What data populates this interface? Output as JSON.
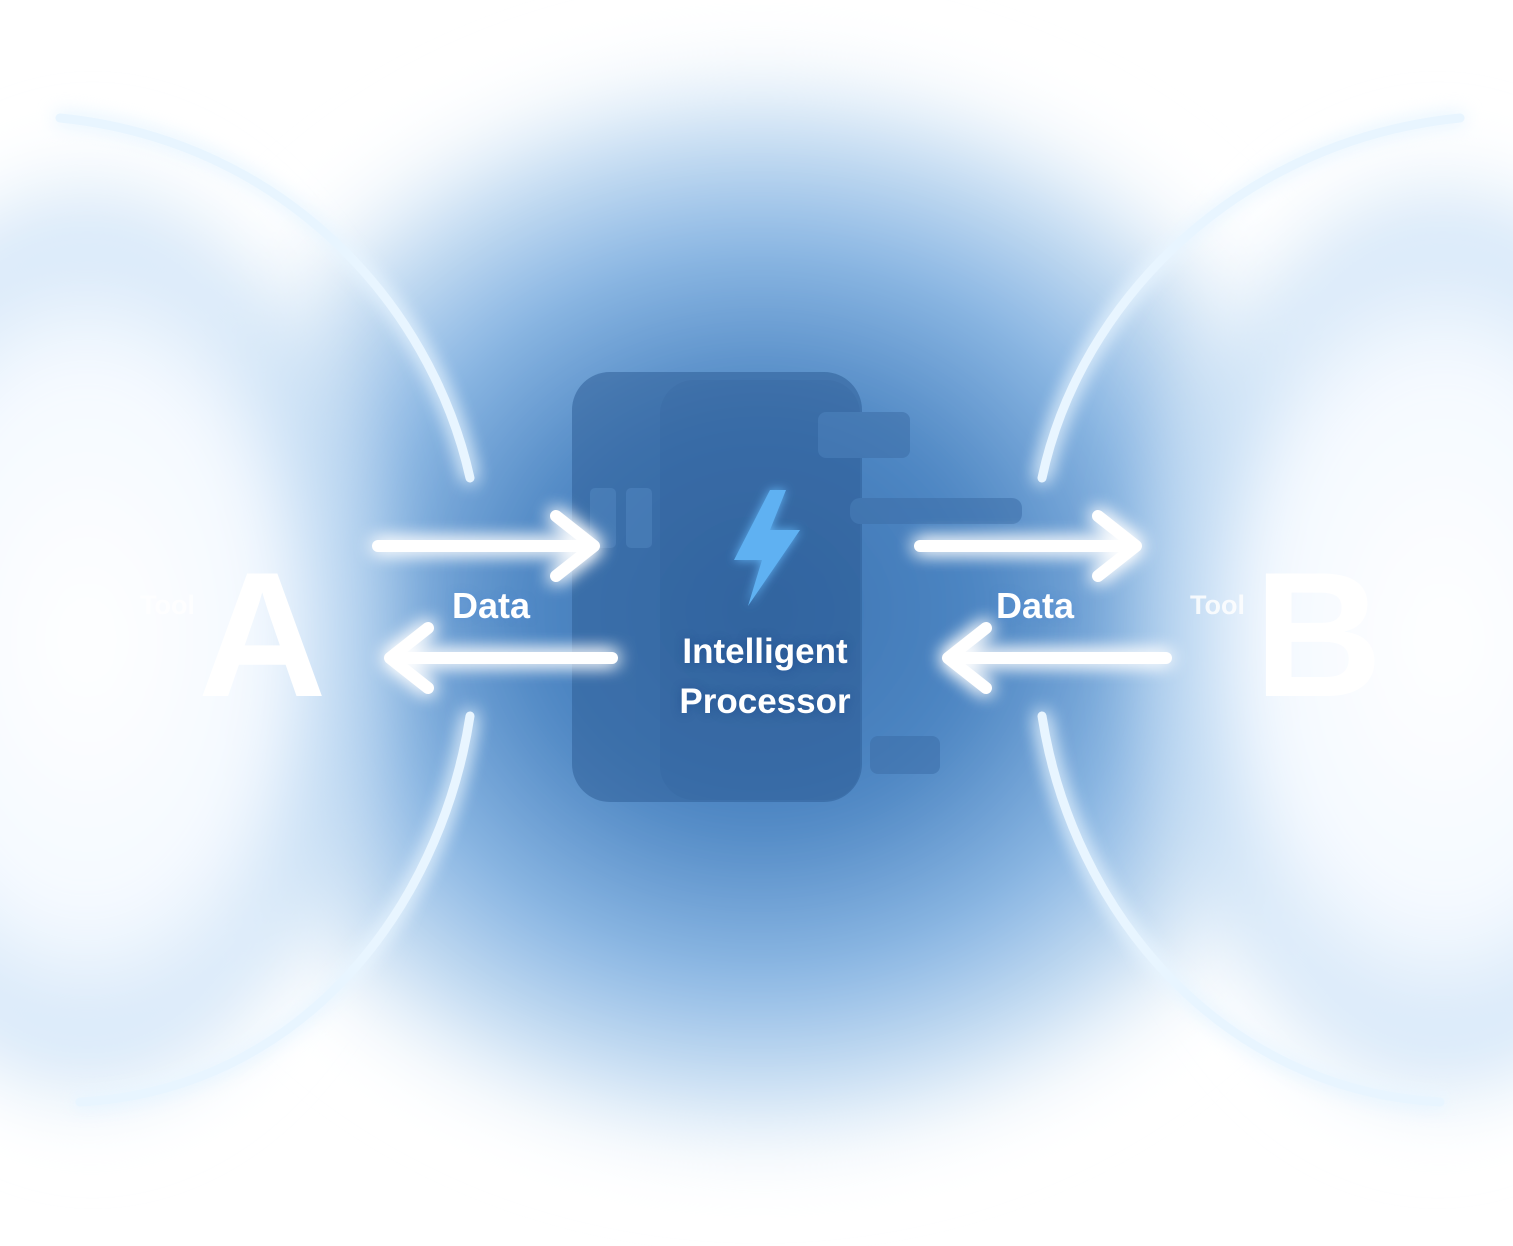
{
  "tool_a": {
    "word": "Tool",
    "letter": "A"
  },
  "tool_b": {
    "word": "Tool",
    "letter": "B"
  },
  "left_flow_label": "Data",
  "right_flow_label": "Data",
  "processor": {
    "line1": "Intelligent",
    "line2": "Processor",
    "icon": "lightning-bolt-icon"
  },
  "colors": {
    "glow": "#bfe3ff",
    "core": "#3f77b5",
    "background": "#ffffff",
    "text": "#ffffff",
    "bolt": "#5fb1f2"
  }
}
